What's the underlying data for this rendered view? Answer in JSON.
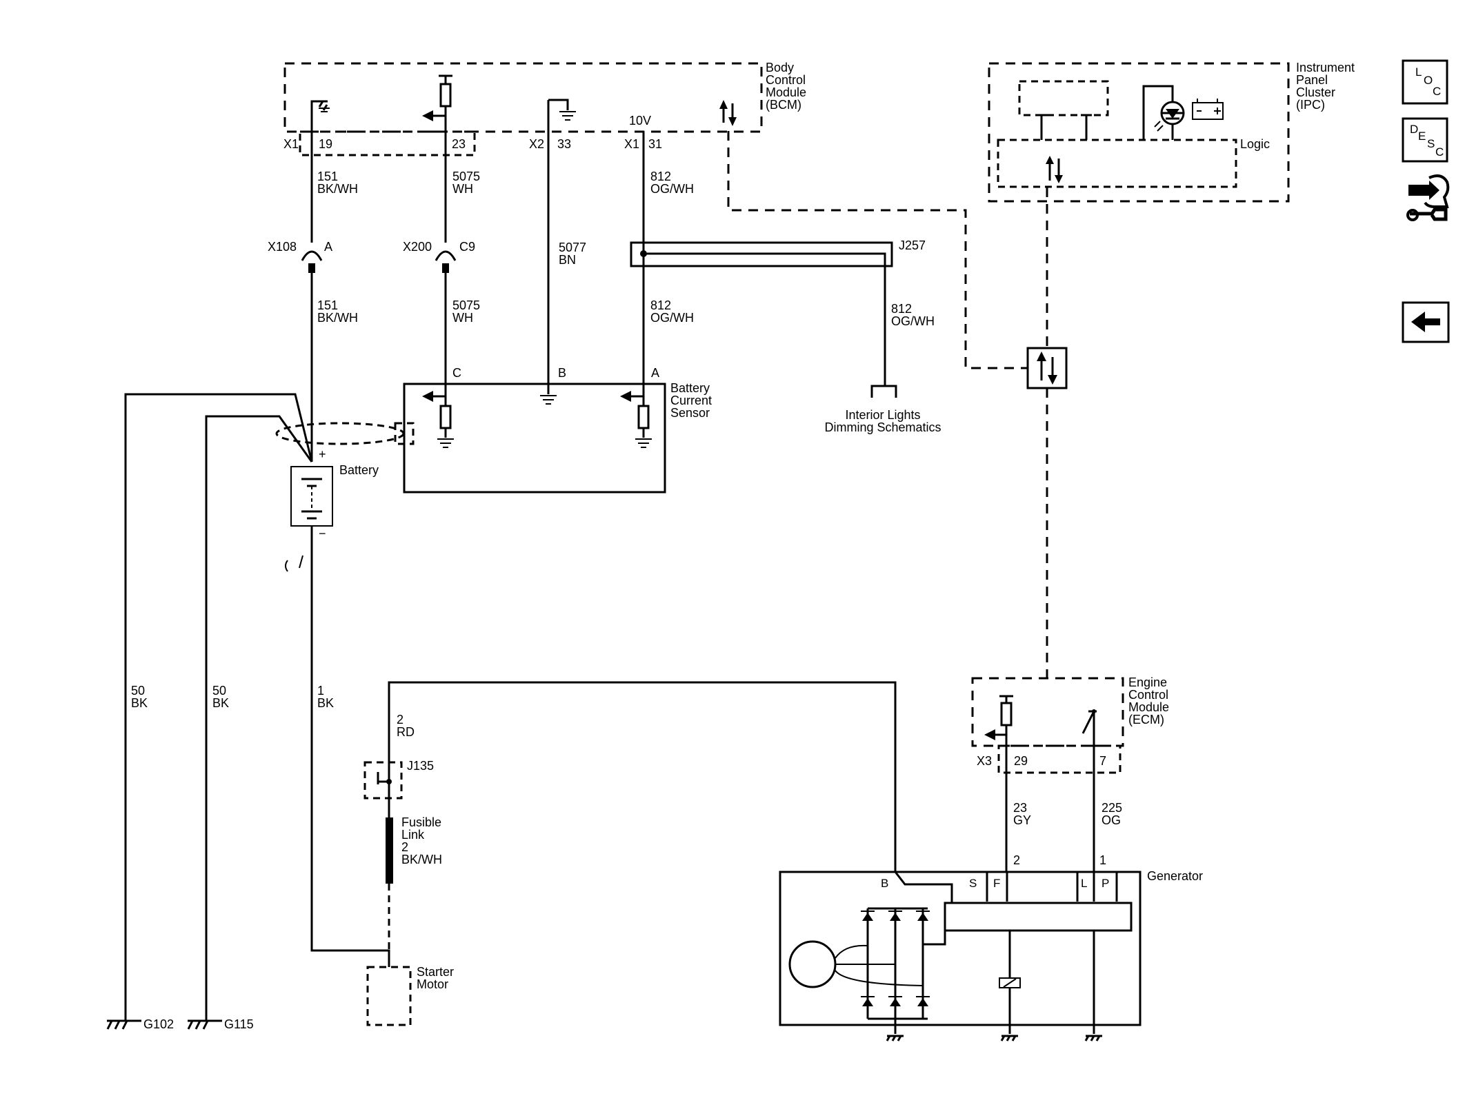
{
  "modules": {
    "bcm": [
      "Body",
      "Control",
      "Module",
      "(BCM)"
    ],
    "ipc": [
      "Instrument",
      "Panel",
      "Cluster",
      "(IPC)"
    ],
    "ipc_logic": "Logic",
    "ecm": [
      "Engine",
      "Control",
      "Module",
      "(ECM)"
    ],
    "bcs": [
      "Battery",
      "Current",
      "Sensor"
    ],
    "battery": "Battery",
    "generator": "Generator",
    "starter": [
      "Starter",
      "Motor"
    ],
    "interior": [
      "Interior Lights",
      "Dimming Schematics"
    ],
    "fusible": [
      "Fusible",
      "Link",
      "2",
      "BK/WH"
    ]
  },
  "connectors": {
    "x1_a": "X1",
    "pin19": "19",
    "pin23": "23",
    "x2": "X2",
    "pin33": "33",
    "x1_b": "X1",
    "pin31": "31",
    "v10": "10V",
    "x108": "X108",
    "x108_pin": "A",
    "x200": "X200",
    "x200_pin": "C9",
    "j257": "J257",
    "j135": "J135",
    "bcs_c": "C",
    "bcs_b": "B",
    "bcs_a": "A",
    "x3": "X3",
    "pin29": "29",
    "pin7": "7",
    "gen_pin2": "2",
    "gen_pin1": "1",
    "gen_b": "B",
    "gen_s": "S",
    "gen_f": "F",
    "gen_l": "L",
    "gen_p": "P",
    "bat_plus": "+",
    "bat_minus": "−"
  },
  "wires": {
    "w151a": [
      "151",
      "BK/WH"
    ],
    "w151b": [
      "151",
      "BK/WH"
    ],
    "w5075a": [
      "5075",
      "WH"
    ],
    "w5075b": [
      "5075",
      "WH"
    ],
    "w5077": [
      "5077",
      "BN"
    ],
    "w812a": [
      "812",
      "OG/WH"
    ],
    "w812b": [
      "812",
      "OG/WH"
    ],
    "w812c": [
      "812",
      "OG/WH"
    ],
    "w50a": [
      "50",
      "BK"
    ],
    "w50b": [
      "50",
      "BK"
    ],
    "w1": [
      "1",
      "BK"
    ],
    "w2": [
      "2",
      "RD"
    ],
    "w23": [
      "23",
      "GY"
    ],
    "w225": [
      "225",
      "OG"
    ]
  },
  "grounds": {
    "g102": "G102",
    "g115": "G115"
  },
  "side_buttons": {
    "loc": [
      "L",
      "O",
      "C"
    ],
    "desc": [
      "D",
      "E",
      "S",
      "C"
    ]
  }
}
